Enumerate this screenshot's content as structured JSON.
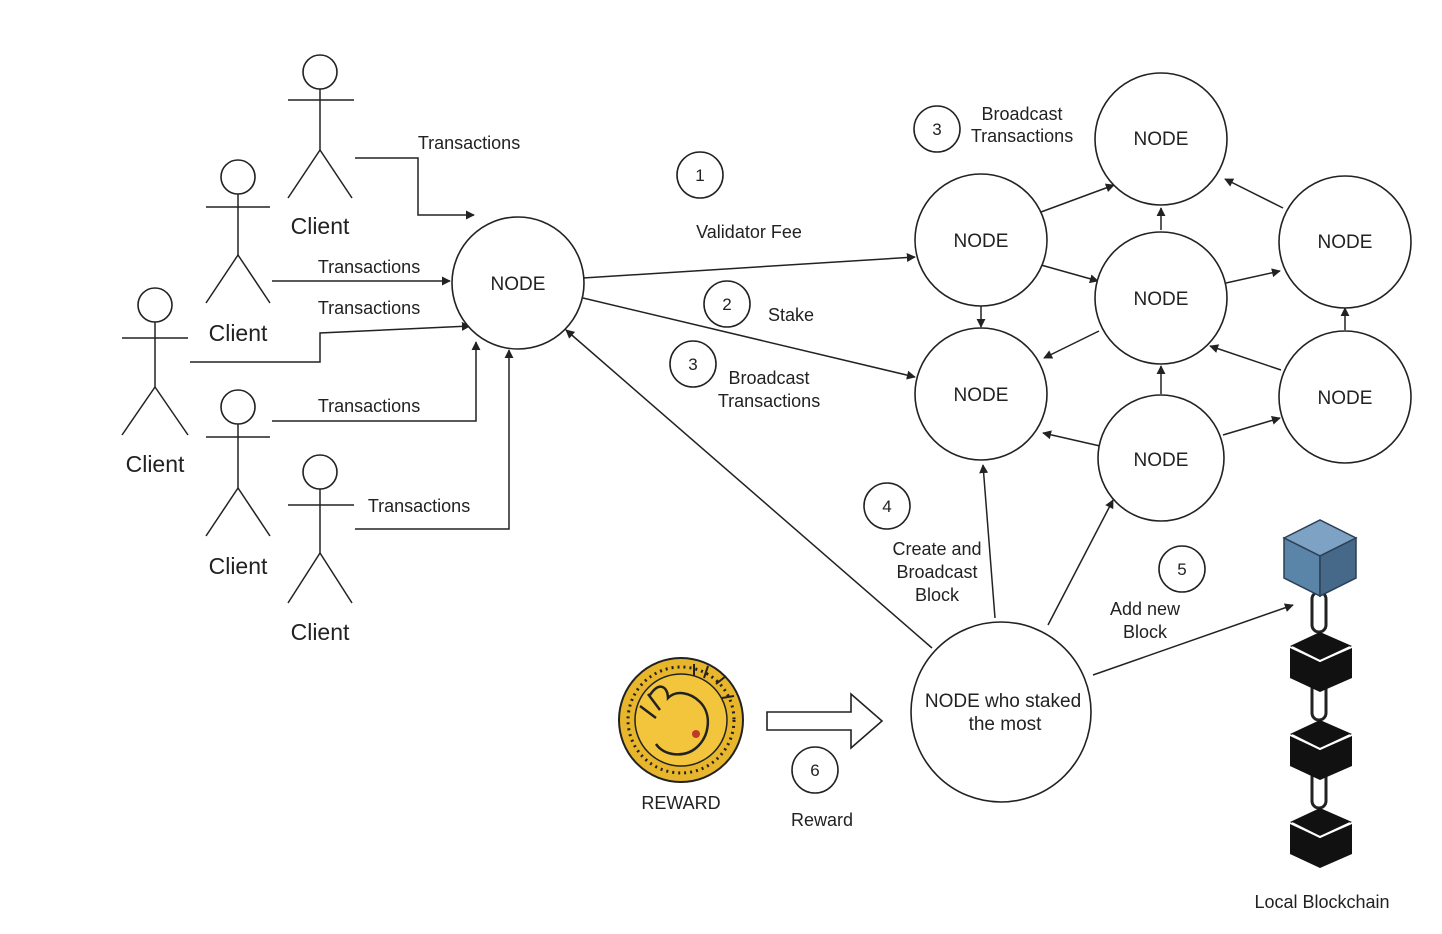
{
  "actors": [
    {
      "label": "Client",
      "transaction_label": "Transactions"
    },
    {
      "label": "Client",
      "transaction_label": "Transactions"
    },
    {
      "label": "Client",
      "transaction_label": "Transactions"
    },
    {
      "label": "Client",
      "transaction_label": "Transactions"
    },
    {
      "label": "Client",
      "transaction_label": "Transactions"
    }
  ],
  "nodes": {
    "entry": "NODE",
    "network": [
      "NODE",
      "NODE",
      "NODE",
      "NODE",
      "NODE",
      "NODE",
      "NODE"
    ],
    "staker": [
      "NODE who staked",
      "the most"
    ]
  },
  "steps": [
    {
      "number": "1",
      "label": [
        "Validator Fee"
      ]
    },
    {
      "number": "2",
      "label": [
        "Stake"
      ]
    },
    {
      "number": "3",
      "label": [
        "Broadcast",
        "Transactions"
      ]
    },
    {
      "number": "3",
      "label": [
        "Broadcast",
        "Transactions"
      ]
    },
    {
      "number": "4",
      "label": [
        "Create and",
        "Broadcast",
        "Block"
      ]
    },
    {
      "number": "5",
      "label": [
        "Add new",
        "Block"
      ]
    },
    {
      "number": "6",
      "label": [
        "Reward"
      ]
    }
  ],
  "reward": {
    "label": "REWARD",
    "coin_icon": "rabbit-coin-icon",
    "coin_color": "#e8b62c"
  },
  "blockchain": {
    "label": "Local Blockchain",
    "top_block_color": "#5a84a8",
    "block_color": "#111111"
  }
}
